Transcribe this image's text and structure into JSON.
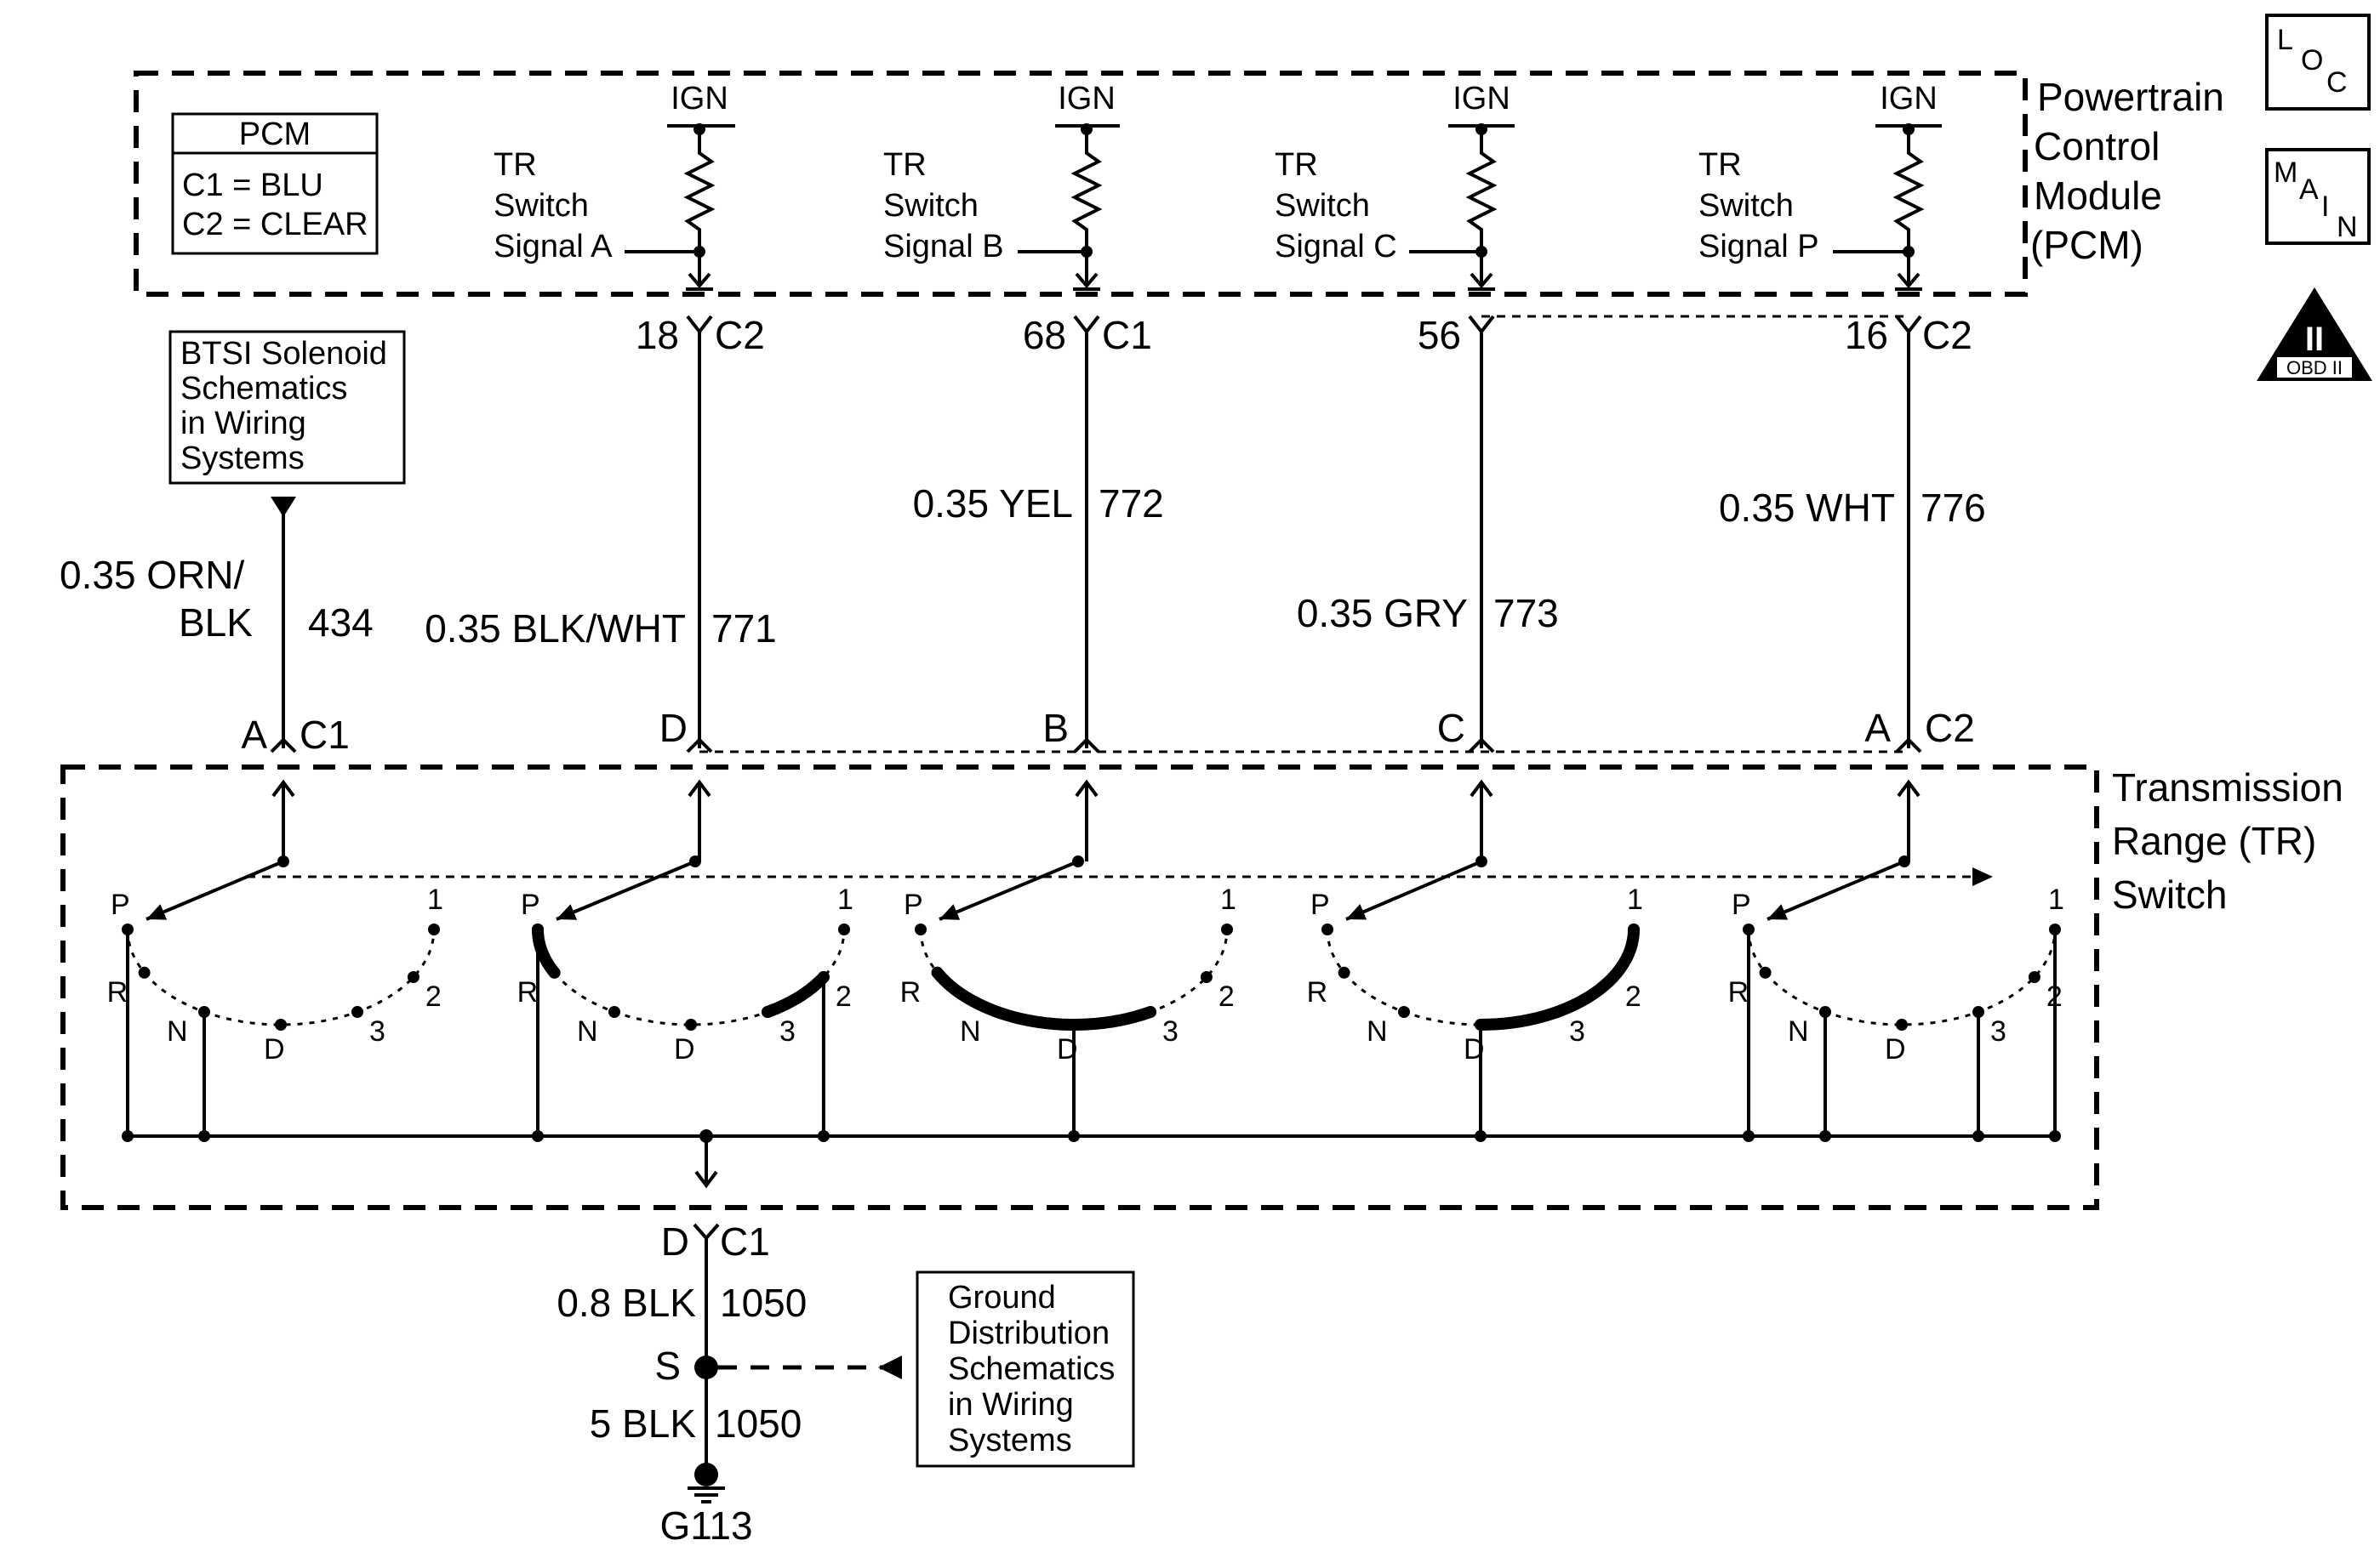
{
  "pcm_box": {
    "title": "Powertrain Control Module (PCM)",
    "title_lines": [
      "Powertrain",
      "Control",
      "Module",
      "(PCM)"
    ]
  },
  "pcm_legend": {
    "header": "PCM",
    "line1": "C1 = BLU",
    "line2": "C2 = CLEAR"
  },
  "btsi_ref": {
    "lines": [
      "BTSI Solenoid",
      "Schematics",
      "in Wiring",
      "Systems"
    ]
  },
  "ground_ref": {
    "lines": [
      "Ground",
      "Distribution",
      "Schematics",
      "in Wiring",
      "Systems"
    ]
  },
  "tr_switch_box": {
    "title_lines": [
      "Transmission",
      "Range (TR)",
      "Switch"
    ]
  },
  "icons": {
    "loc": {
      "l": "L",
      "o": "O",
      "c": "C"
    },
    "main": {
      "m": "M",
      "a": "A",
      "i": "I",
      "n": "N"
    },
    "obd": {
      "numeral": "II",
      "label": "OBD II"
    }
  },
  "signals": [
    {
      "name": "A",
      "label_lines": [
        "TR",
        "Switch",
        "Signal A"
      ],
      "ign": "IGN",
      "pcm_pin": "18",
      "pcm_conn": "C2",
      "wire_color": "0.35 BLK/WHT",
      "circuit": "771",
      "sw_pin": "D"
    },
    {
      "name": "B",
      "label_lines": [
        "TR",
        "Switch",
        "Signal B"
      ],
      "ign": "IGN",
      "pcm_pin": "68",
      "pcm_conn": "C1",
      "wire_color": "0.35 YEL",
      "circuit": "772",
      "sw_pin": "B"
    },
    {
      "name": "C",
      "label_lines": [
        "TR",
        "Switch",
        "Signal C"
      ],
      "ign": "IGN",
      "pcm_pin": "56",
      "pcm_conn": "",
      "wire_color": "0.35 GRY",
      "circuit": "773",
      "sw_pin": "C"
    },
    {
      "name": "P",
      "label_lines": [
        "TR",
        "Switch",
        "Signal P"
      ],
      "ign": "IGN",
      "pcm_pin": "16",
      "pcm_conn": "C2",
      "wire_color": "0.35 WHT",
      "circuit": "776",
      "sw_pin": "A",
      "sw_conn": "C2"
    }
  ],
  "btsi_wire": {
    "color_lines": [
      "0.35 ORN/",
      "BLK"
    ],
    "circuit": "434",
    "sw_pin": "A",
    "sw_conn": "C1"
  },
  "positions": [
    "P",
    "R",
    "N",
    "D",
    "3",
    "2",
    "1"
  ],
  "ground_path": {
    "pin": "D",
    "conn": "C1",
    "upper_wire": {
      "color": "0.8 BLK",
      "circuit": "1050"
    },
    "splice": "S",
    "lower_wire": {
      "color": "5 BLK",
      "circuit": "1050"
    },
    "ground": "G113"
  }
}
